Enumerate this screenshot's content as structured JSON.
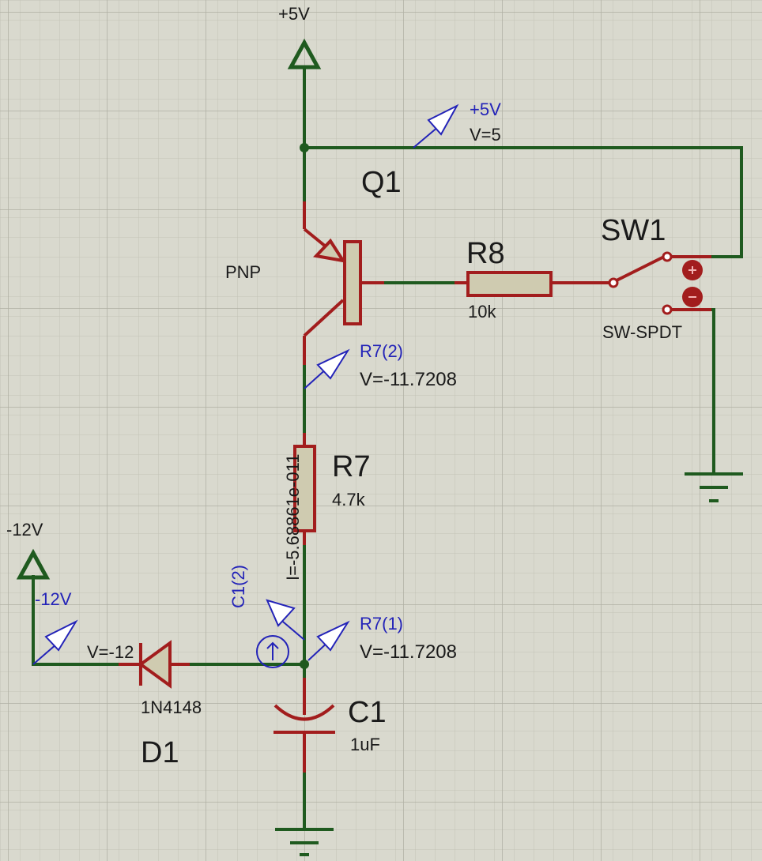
{
  "rails": {
    "vcc": "+5V",
    "vee": "-12V"
  },
  "probes": {
    "p5v": {
      "name": "+5V",
      "value": "V=5"
    },
    "pr7_2": {
      "name": "R7(2)",
      "value": "V=-11.7208"
    },
    "pr7_1": {
      "name": "R7(1)",
      "value": "V=-11.7208"
    },
    "pneg12": {
      "name": "-12V",
      "value": "V=-12"
    },
    "c1_2": {
      "name": "C1(2)"
    },
    "current_r7": {
      "value": "I=-5.68861e-011"
    }
  },
  "components": {
    "q1": {
      "ref": "Q1",
      "type": "PNP"
    },
    "r8": {
      "ref": "R8",
      "value": "10k"
    },
    "sw1": {
      "ref": "SW1",
      "type": "SW-SPDT"
    },
    "r7": {
      "ref": "R7",
      "value": "4.7k"
    },
    "c1": {
      "ref": "C1",
      "value": "1uF"
    },
    "d1": {
      "ref": "D1",
      "part": "1N4148"
    }
  },
  "colors": {
    "background": "#d9d9ce",
    "grid_minor": "#c2c2b6",
    "grid_major": "#b0b0a3",
    "wire": "#1f5a1f",
    "component": "#a21d1d",
    "component_fill": "#cfcbb0",
    "probe_text": "#2323b8",
    "label_text": "#1a1a1a"
  }
}
